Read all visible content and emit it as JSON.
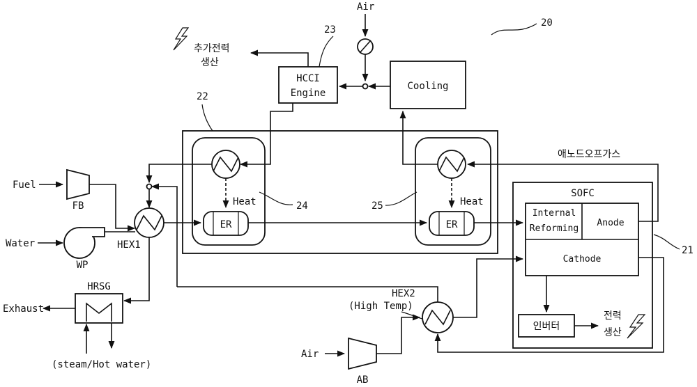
{
  "diagram": {
    "ref_system": "20",
    "ref_engine": "23",
    "ref_unit": "22",
    "ref_er1": "24",
    "ref_er2": "25",
    "ref_sofc": "21",
    "air_top": "Air",
    "extra_power_line1": "추가전력",
    "extra_power_line2": "생산",
    "engine_line1": "HCCI",
    "engine_line2": "Engine",
    "cooling": "Cooling",
    "anode_offgas": "애노드오프가스",
    "sofc_title": "SOFC",
    "internal_reforming_line1": "Internal",
    "internal_reforming_line2": "Reforming",
    "anode": "Anode",
    "cathode": "Cathode",
    "inverter": "인버터",
    "power_line1": "전력",
    "power_line2": "생산",
    "heat1": "Heat",
    "heat2": "Heat",
    "er1": "ER",
    "er2": "ER",
    "fuel": "Fuel",
    "fb": "FB",
    "water": "Water",
    "wp": "WP",
    "hex1": "HEX1",
    "hrsg": "HRSG",
    "exhaust": "Exhaust",
    "steam": "(steam/Hot water)",
    "hex2_line1": "HEX2",
    "hex2_line2": "(High Temp)",
    "air_bottom": "Air",
    "ab": "AB"
  }
}
